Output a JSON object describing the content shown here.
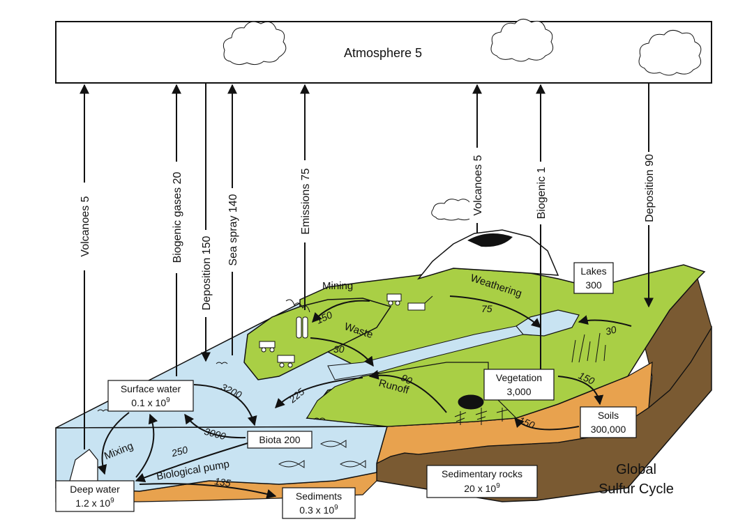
{
  "atmosphere": {
    "label": "Atmosphere 5"
  },
  "fluxes": {
    "volcanoes_ocean": "Volcanoes 5",
    "biogenic_gases": "Biogenic gases 20",
    "deposition_ocean": "Deposition 150",
    "sea_spray": "Sea spray 140",
    "emissions": "Emissions 75",
    "volcanoes_land": "Volcanoes 5",
    "biogenic_land": "Biogenic 1",
    "deposition_land": "Deposition 90"
  },
  "reservoirs": {
    "surface_water": {
      "line1": "Surface water",
      "line2": "0.1 x 10",
      "exp": "9"
    },
    "deep_water": {
      "line1": "Deep water",
      "line2": "1.2 x 10",
      "exp": "9"
    },
    "sediments": {
      "line1": "Sediments",
      "line2": "0.3 x 10",
      "exp": "9"
    },
    "sedimentary_rocks": {
      "line1": "Sedimentary rocks",
      "line2": "20 x 10",
      "exp": "9"
    },
    "biota": {
      "label": "Biota 200"
    },
    "vegetation": {
      "line1": "Vegetation",
      "line2": "3,000"
    },
    "soils": {
      "line1": "Soils",
      "line2": "300,000"
    },
    "lakes": {
      "line1": "Lakes",
      "line2": "300"
    }
  },
  "flow_labels": {
    "mining": "Mining",
    "mining_value": "150",
    "waste": "Waste",
    "waste_value": "30",
    "weathering": "Weathering",
    "weathering_value": "75",
    "lakes_input": "30",
    "runoff": "Runoff",
    "runoff_value": "90",
    "runoff_ocean": "225",
    "surface_to_biota": "3200",
    "biota_to_surface": "3000",
    "mixing": "Mixing",
    "biological_pump_value": "250",
    "biological_pump": "Biological pump",
    "sediment_flux": "135",
    "vegetation_to_soils": "150",
    "soils_to_vegetation": "150"
  },
  "title": {
    "line1": "Global",
    "line2": "Sulfur Cycle"
  },
  "colors": {
    "ocean": "#c8e3f2",
    "land": "#a9cf45",
    "soil": "#e8a24e",
    "rock": "#7a5a32",
    "lake": "#c8e3f2"
  }
}
